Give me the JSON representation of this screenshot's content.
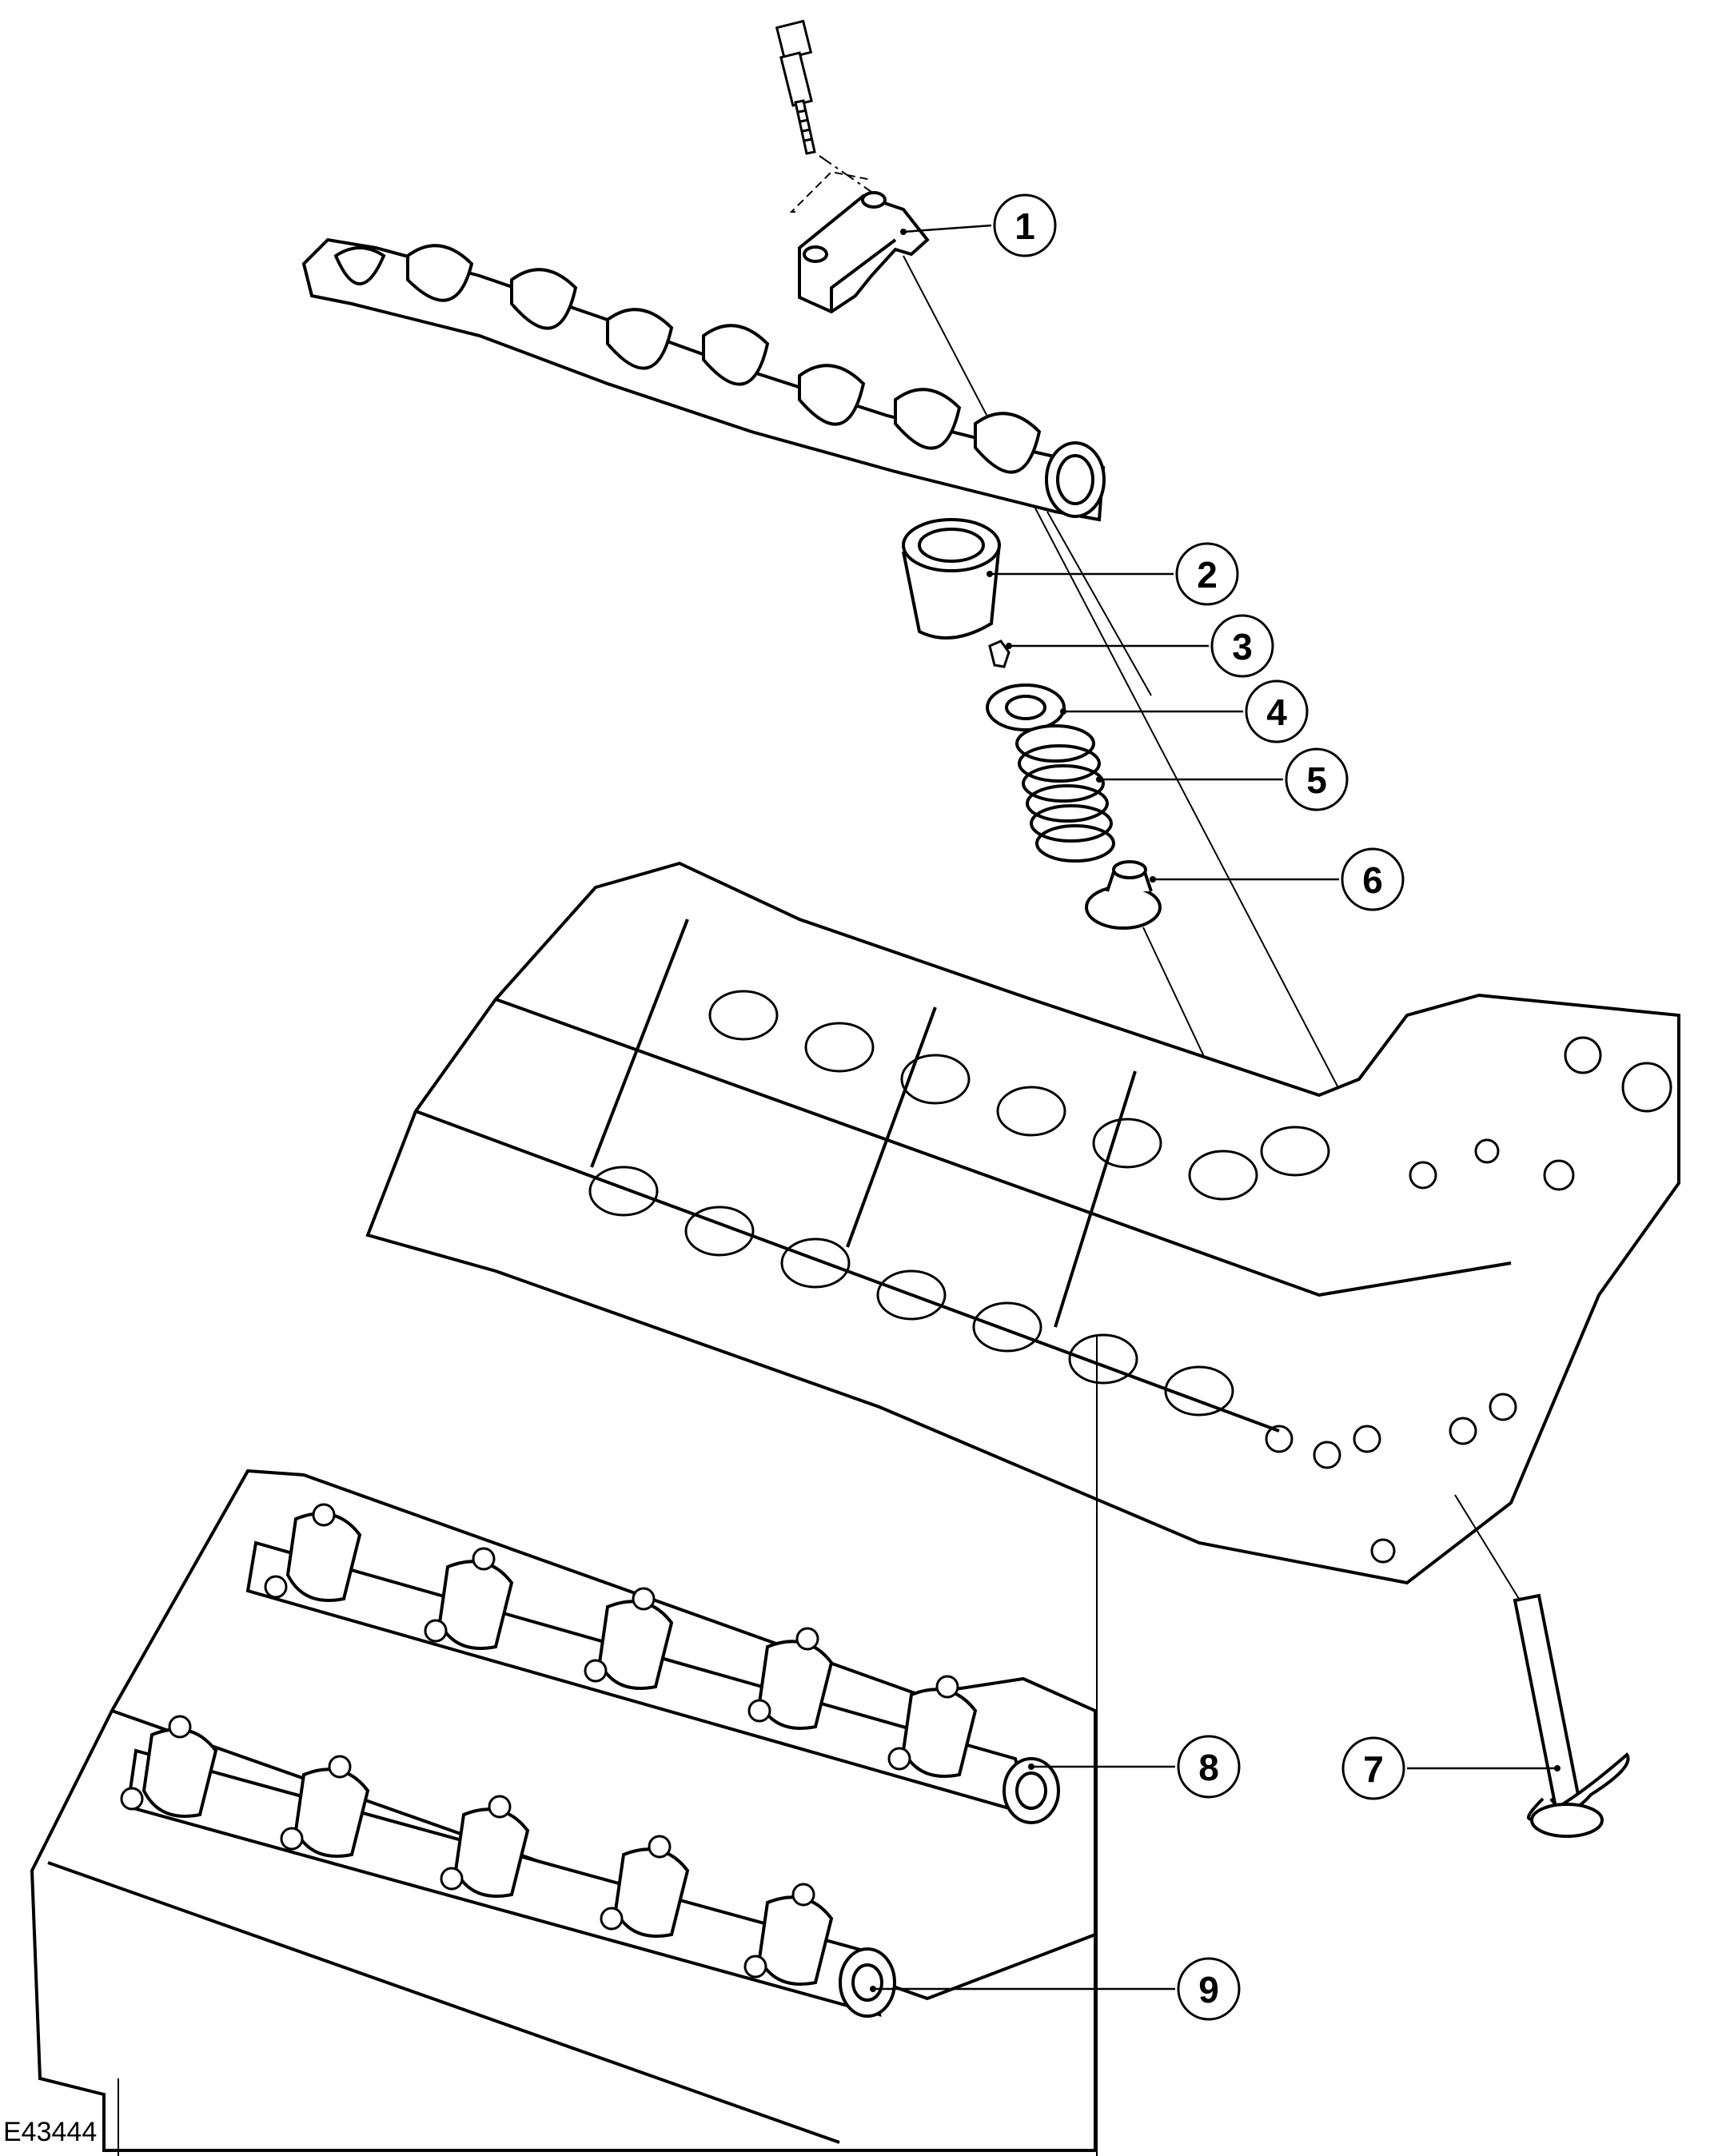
{
  "figure_id": "E43444",
  "callouts": [
    {
      "label": "1"
    },
    {
      "label": "2"
    },
    {
      "label": "3"
    },
    {
      "label": "4"
    },
    {
      "label": "5"
    },
    {
      "label": "6"
    },
    {
      "label": "7"
    },
    {
      "label": "8"
    },
    {
      "label": "9"
    }
  ],
  "colors": {
    "line": "#000000",
    "background": "#ffffff"
  }
}
